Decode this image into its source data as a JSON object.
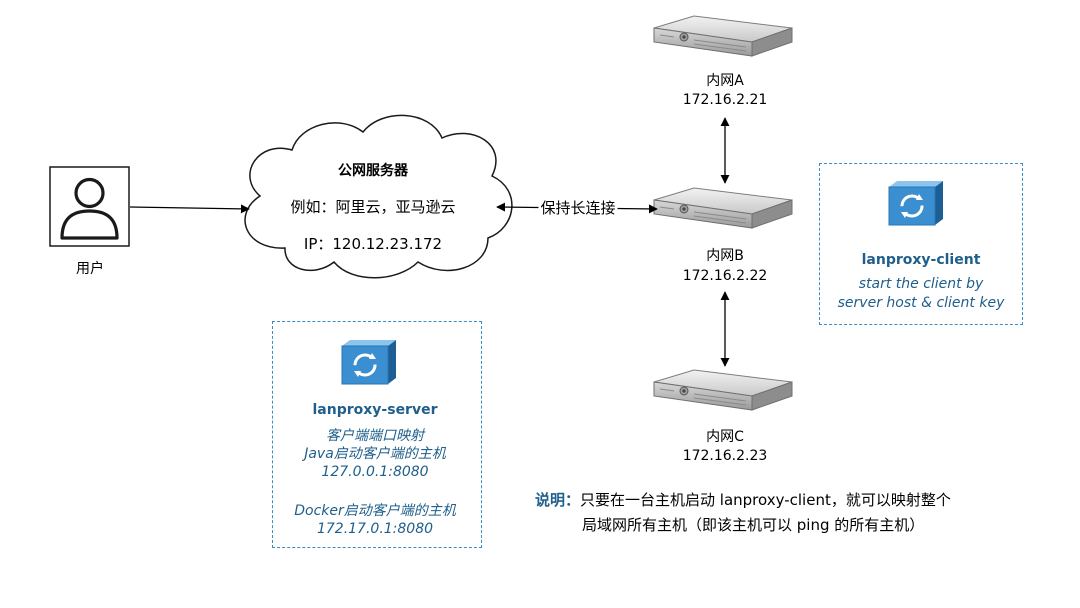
{
  "user": {
    "label": "用户"
  },
  "cloud": {
    "title": "公网服务器",
    "example": "例如：阿里云，亚马逊云",
    "ip": "IP：120.12.23.172"
  },
  "edge_label": "保持长连接",
  "hosts": {
    "a": {
      "name": "内网A",
      "ip": "172.16.2.21"
    },
    "b": {
      "name": "内网B",
      "ip": "172.16.2.22"
    },
    "c": {
      "name": "内网C",
      "ip": "172.16.2.23"
    }
  },
  "server_box": {
    "title": "lanproxy-server",
    "line1": "客户端端口映射",
    "line2": "Java启动客户端的主机",
    "line3": "127.0.0.1:8080",
    "line4": "Docker启动客户端的主机",
    "line5": "172.17.0.1:8080",
    "icon": "sync-cube-icon"
  },
  "client_box": {
    "title": "lanproxy-client",
    "line1": "start the client by",
    "line2": "server host & client key",
    "icon": "sync-cube-icon"
  },
  "note": {
    "label": "说明：",
    "line1": "只要在一台主机启动 lanproxy-client，就可以映射整个",
    "line2": "局域网所有主机（即该主机可以 ping 的所有主机）"
  },
  "colors": {
    "accent": "#1f5f8b",
    "dashed_border": "#3a8ec3",
    "cube_front": "#3b8fd0",
    "cube_top": "#8cc4ee",
    "cube_side": "#1d5f94"
  }
}
